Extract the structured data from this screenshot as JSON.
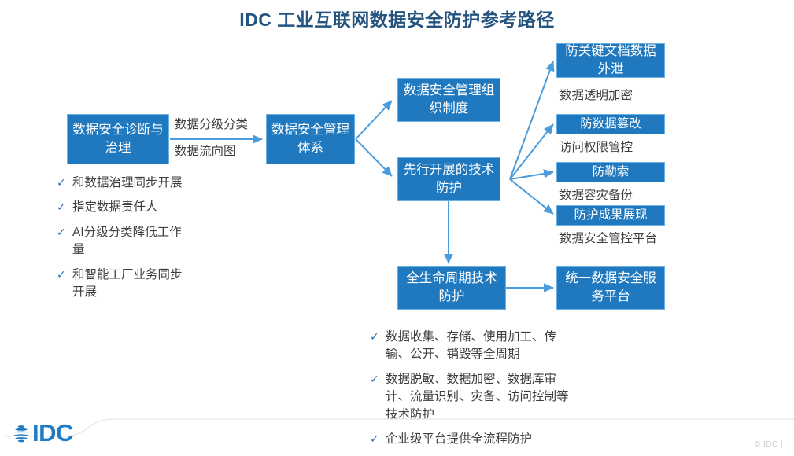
{
  "title": "IDC 工业互联网数据安全防护参考路径",
  "boxes": {
    "diagnosis": "数据安全诊断与治理",
    "management_system": "数据安全管理体系",
    "org_system": "数据安全管理组织制度",
    "first_tech": "先行开展的技术防护",
    "lifecycle_tech": "全生命周期技术防护",
    "unified_platform": "统一数据安全服务平台",
    "leak_prevention": "防关键文档数据外泄",
    "tamper_prevention": "防数据篡改",
    "ransom_prevention": "防勒索",
    "result_display": "防护成果展现"
  },
  "edge_labels": {
    "classification": "数据分级分类",
    "flow_chart": "数据流向图"
  },
  "captions": {
    "transparent_encryption": "数据透明加密",
    "access_control": "访问权限管控",
    "disaster_backup": "数据容灾备份",
    "control_platform": "数据安全管控平台"
  },
  "left_bullets": [
    "和数据治理同步开展",
    "指定数据责任人",
    "AI分级分类降低工作量",
    "和智能工厂业务同步开展"
  ],
  "bottom_bullets": [
    "数据收集、存储、使用加工、传输、公开、销毁等全周期",
    "数据脱敏、数据加密、数据库审计、流量识别、灾备、访问控制等技术防护",
    "企业级平台提供全流程防护"
  ],
  "footer": {
    "logo_text": "IDC",
    "copyright": "© IDC |"
  },
  "colors": {
    "box_fill": "#2079BF",
    "box_border": "#69B0E3",
    "arrow": "#4A9CDD",
    "title": "#24537F",
    "text": "#3E3E3E",
    "check": "#2D6FB5",
    "logo": "#1F7BC4"
  },
  "icons": {
    "check": "✓",
    "globe": "globe-icon"
  }
}
